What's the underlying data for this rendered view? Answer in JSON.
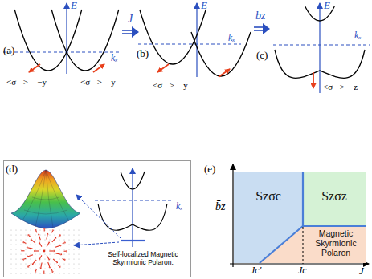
{
  "diagram": {
    "nodes": [
      {
        "text": [
          "(d)",
          "Self-localized Magnetic Skyrmionic Polaron."
        ]
      },
      {
        "text": [
          "Szσc"
        ]
      },
      {
        "text": [
          "Szσz"
        ]
      },
      {
        "text": [
          "Magnetic Skyrmionic Polaron"
        ]
      }
    ],
    "labels": [
      "(a)",
      "E",
      "kₓ",
      "<σ⃗>∥ −y",
      "<σ⃗>∥ y",
      "J",
      "(b)",
      "E",
      "kₓ",
      "<σ⃗>∥ y",
      "b̄z",
      "(c)",
      "E",
      "kₓ",
      "<σ⃗>∥ z",
      "kₓ",
      "(e)",
      "b̄z",
      "J",
      "Jc′",
      "Jc"
    ]
  }
}
